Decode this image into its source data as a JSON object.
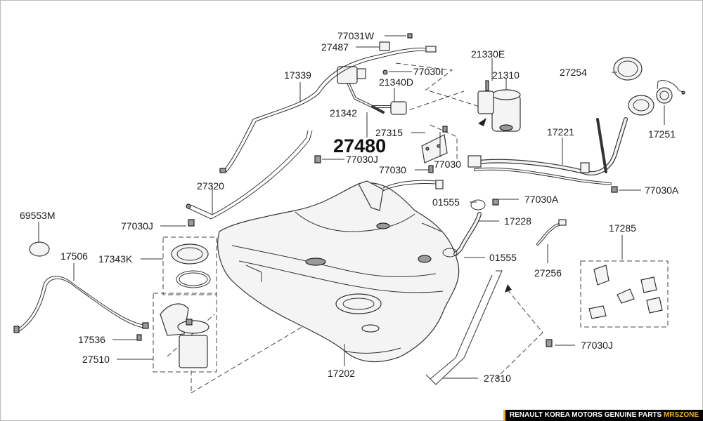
{
  "diagram": {
    "assembly_number": "27480",
    "parts": {
      "p77031w": "77031W",
      "p27487": "27487",
      "p17339": "17339",
      "p21330e": "21330E",
      "p21310": "21310",
      "p77030i": "77030I",
      "p21340d": "21340D",
      "p27254": "27254",
      "p21342": "21342",
      "p27315": "27315",
      "p17221": "17221",
      "p17251": "17251",
      "p77030j_top": "77030J",
      "p77030_a": "77030",
      "p77030_b": "77030",
      "p27320": "27320",
      "p77030a_right": "77030A",
      "p01555_top": "01555",
      "p77030a_mid": "77030A",
      "p69553m": "69553M",
      "p77030j_left": "77030J",
      "p17228": "17228",
      "p17285": "17285",
      "p17506": "17506",
      "p17343k": "17343K",
      "p01555_mid": "01555",
      "p27256": "27256",
      "p17536": "17536",
      "p77030j_bottom": "77030J",
      "p27510": "27510",
      "p17202": "17202",
      "p27310": "27310"
    }
  },
  "watermark": {
    "main": "RENAULT KOREA MOTORS GENUINE PARTS",
    "accent": "MRSZONE"
  },
  "colors": {
    "line": "#333333",
    "watermark_bg": "#000000",
    "watermark_accent": "#f3b21b"
  }
}
